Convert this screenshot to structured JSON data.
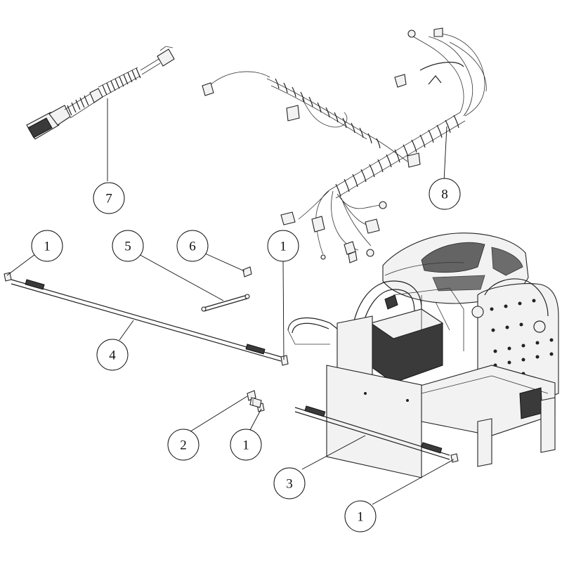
{
  "diagram": {
    "callouts": [
      {
        "id": "c1a",
        "label": "1"
      },
      {
        "id": "c1b",
        "label": "1"
      },
      {
        "id": "c1c",
        "label": "1"
      },
      {
        "id": "c1d",
        "label": "1"
      },
      {
        "id": "c2",
        "label": "2"
      },
      {
        "id": "c3",
        "label": "3"
      },
      {
        "id": "c4",
        "label": "4"
      },
      {
        "id": "c5",
        "label": "5"
      },
      {
        "id": "c6",
        "label": "6"
      },
      {
        "id": "c7",
        "label": "7"
      },
      {
        "id": "c8",
        "label": "8"
      }
    ]
  }
}
